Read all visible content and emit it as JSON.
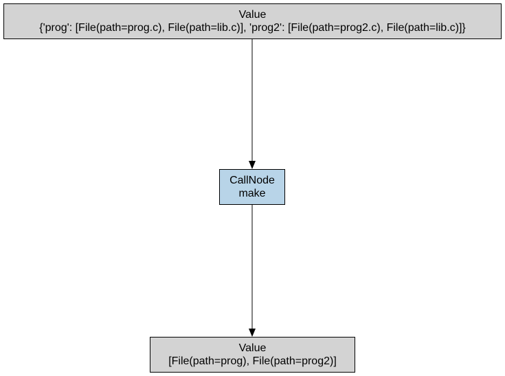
{
  "colors": {
    "value_node_fill": "#d3d3d3",
    "call_node_fill": "#b8d4e8",
    "edge": "#000000"
  },
  "nodes": {
    "top": {
      "title": "Value",
      "label": "{'prog': [File(path=prog.c), File(path=lib.c)], 'prog2': [File(path=prog2.c), File(path=lib.c)]}"
    },
    "middle": {
      "title": "CallNode",
      "label": "make"
    },
    "bottom": {
      "title": "Value",
      "label": "[File(path=prog), File(path=prog2)]"
    }
  },
  "edges": [
    {
      "from": "top",
      "to": "middle"
    },
    {
      "from": "middle",
      "to": "bottom"
    }
  ]
}
